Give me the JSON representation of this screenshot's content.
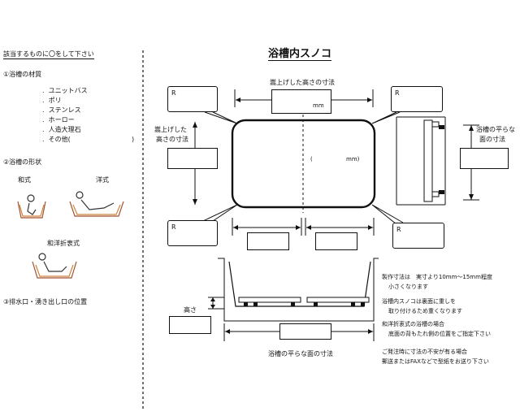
{
  "left": {
    "instruction": "該当するものに〇をして下さい",
    "q1": "①浴槽の材質",
    "materials": [
      "ユニットバス",
      "ポリ",
      "ステンレス",
      "ホーロー",
      "人造大理石",
      "その他(",
      ")"
    ],
    "q2": "②浴槽の形状",
    "shape_japanese": "和式",
    "shape_western": "洋式",
    "shape_combined": "和洋折衷式",
    "q3": "③排水口・湧き出し口の位置"
  },
  "title": "浴槽内スノコ",
  "top_view": {
    "label_top": "嵩上げした高さの寸法",
    "unit_mm": "mm",
    "label_left": [
      "嵩上げした",
      "高さの寸法"
    ],
    "center": [
      "(",
      "mm)"
    ],
    "corner_r": "R"
  },
  "side_view": {
    "label": [
      "浴槽の平らな",
      "面の寸法"
    ]
  },
  "section": {
    "height_label": "高さ",
    "bottom_label": "浴槽の平らな面の寸法"
  },
  "notes": [
    "製作寸法は　実寸より10mm～15mm程度",
    "小さくなります",
    "浴槽内スノコは裏面に重しを",
    "取り付けるため重くなります",
    "和洋折衷式の浴槽の場合",
    "底面の背もたれ側の位置をご指定下さい",
    "ご発注時に寸法の不安が有る場合",
    "郵送またはFAXなどで型紙をお送り下さい"
  ]
}
